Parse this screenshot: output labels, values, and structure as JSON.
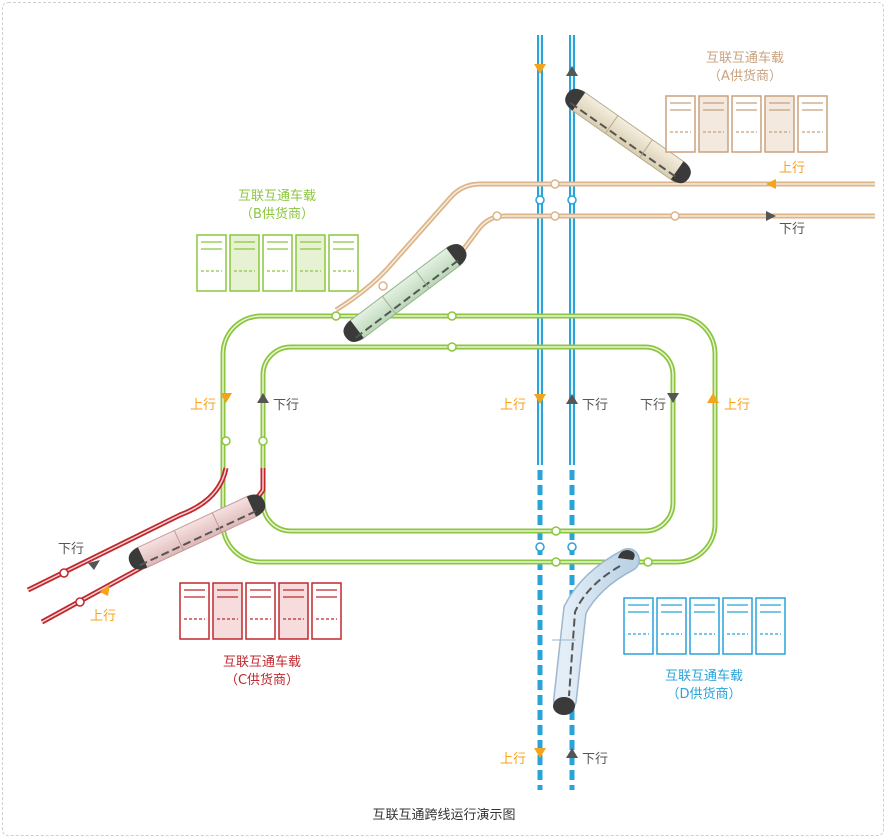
{
  "caption": "互联互通跨线运行演示图",
  "vendors": {
    "A": {
      "title": "互联互通车载",
      "sub": "（A供货商）",
      "color": "#c8a27e"
    },
    "B": {
      "title": "互联互通车载",
      "sub": "（B供货商）",
      "color": "#8cc63f"
    },
    "C": {
      "title": "互联互通车载",
      "sub": "（C供货商）",
      "color": "#c0282e"
    },
    "D": {
      "title": "互联互通车载",
      "sub": "（D供货商）",
      "color": "#29a3d8"
    }
  },
  "labels": {
    "up": "上行",
    "down": "下行"
  },
  "colors": {
    "orange_line": "#dcb58a",
    "green_line": "#8cc63f",
    "blue_line": "#29a3d8",
    "red_line": "#c0282e",
    "up_arrow": "#f5a31a",
    "down_arrow": "#555555"
  }
}
